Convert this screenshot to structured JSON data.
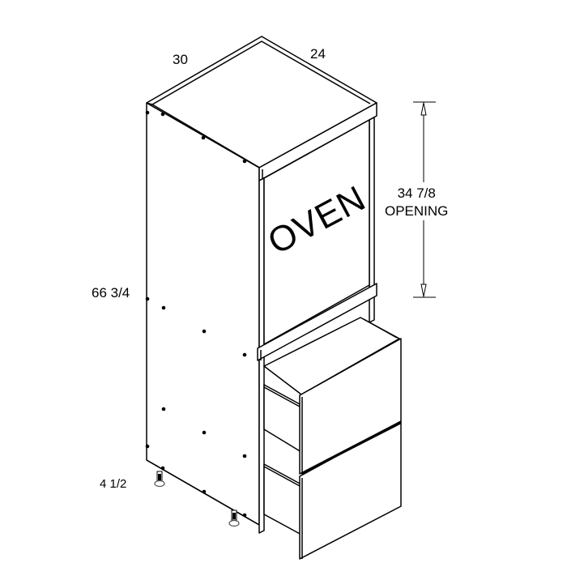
{
  "diagram": {
    "subject": "Tall oven cabinet with two drawers",
    "colors": {
      "line": "#000000",
      "fill": "#ffffff",
      "dots": "#000000"
    },
    "dimensions": {
      "width": "30",
      "depth": "24",
      "height": "66 3/4",
      "toe_kick": "4 1/2",
      "opening_value": "34 7/8",
      "opening_label": "OPENING"
    },
    "appliance_label": "OVEN",
    "drawers": [
      {
        "name": "upper-drawer"
      },
      {
        "name": "lower-drawer"
      }
    ]
  }
}
